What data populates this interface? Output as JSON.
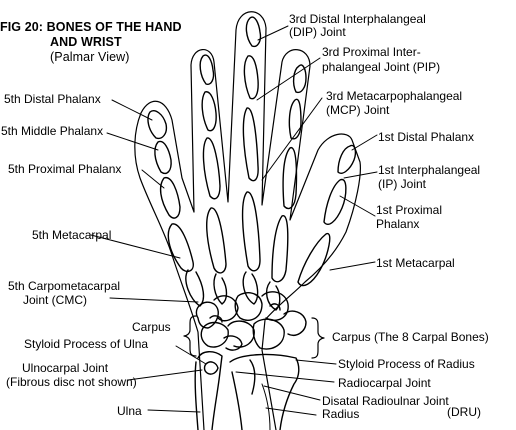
{
  "figure": {
    "title_line1": "FIG 20: BONES OF THE HAND",
    "title_line2": "AND WRIST",
    "title_line3": "(Palmar View)"
  },
  "labels": {
    "dip_joint_1": "3rd Distal Interphalangeal",
    "dip_joint_2": "(DIP) Joint",
    "pip_joint_1": "3rd Proximal  Inter-",
    "pip_joint_2": "phalangeal Joint (PIP)",
    "mcp_joint_1": "3rd Metacarpophalangeal",
    "mcp_joint_2": "(MCP) Joint",
    "fifth_distal": "5th Distal Phalanx",
    "fifth_middle": "5th Middle Phalanx",
    "fifth_proximal": "5th Proximal Phalanx",
    "first_distal": "1st Distal Phalanx",
    "ip_joint_1": "1st Interphalangeal",
    "ip_joint_2": "(IP) Joint",
    "first_proximal_1": "1st Proximal",
    "first_proximal_2": "Phalanx",
    "fifth_metacarpal": "5th Metacarpal",
    "first_metacarpal": "1st Metacarpal",
    "cmc_1": "5th Carpometacarpal",
    "cmc_2": "Joint (CMC)",
    "carpus": "Carpus",
    "carpus_right": "Carpus (The 8 Carpal Bones)",
    "styloid_ulna": "Styloid Process of Ulna",
    "styloid_radius": "Styloid Process of Radius",
    "ulnocarpal_1": "Ulnocarpal Joint",
    "ulnocarpal_2": "(Fibrous disc not shown)",
    "radiocarpal": "Radiocarpal Joint",
    "dru_1": "Disatal Radioulnar Joint",
    "dru_2": "(DRU)",
    "ulna": "Ulna",
    "radius": "Radius"
  },
  "colors": {
    "ink": "#000000",
    "paper": "#ffffff"
  }
}
